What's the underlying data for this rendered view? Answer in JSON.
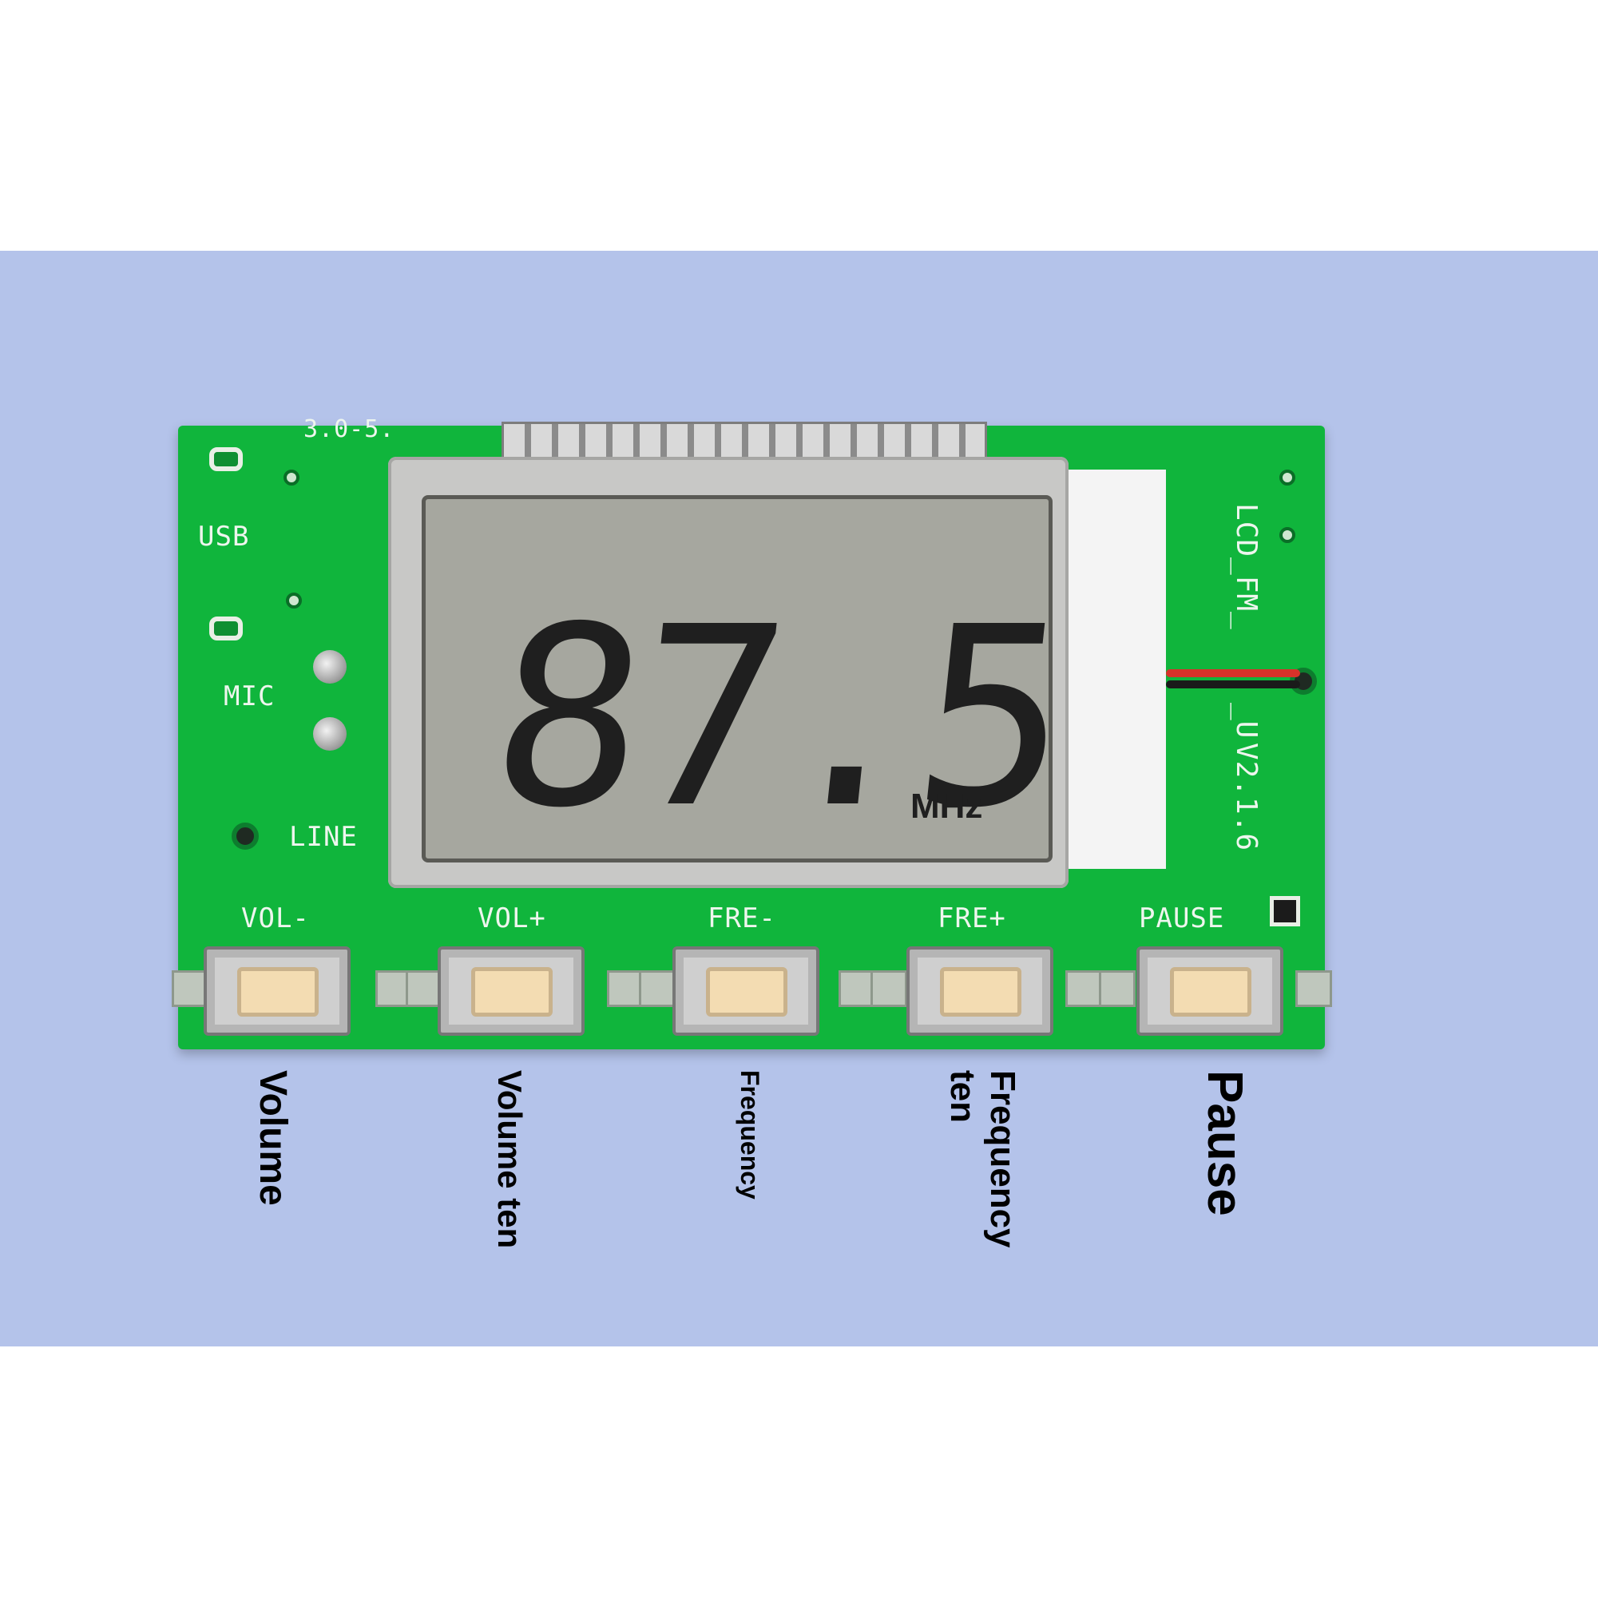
{
  "board": {
    "voltage": "3.0-5.",
    "model": "LCD_FM_",
    "model_suffix": "_U",
    "version": "V2.1.6",
    "port_labels": [
      "USB",
      "MIC",
      "LINE"
    ]
  },
  "lcd": {
    "frequency": "87.5",
    "unit": "MHz"
  },
  "buttons": [
    {
      "silk": "VOL-",
      "label": "Volume"
    },
    {
      "silk": "VOL+",
      "label": "Volume ten"
    },
    {
      "silk": "FRE-",
      "label": "Frequency"
    },
    {
      "silk": "FRE+",
      "label": "Frequency ten"
    },
    {
      "silk": "PAUSE",
      "label": "Pause"
    }
  ],
  "colors": {
    "background_band": "#b4c3ea",
    "pcb_green": "#10b53c",
    "lcd_face": "#a6a79f"
  }
}
